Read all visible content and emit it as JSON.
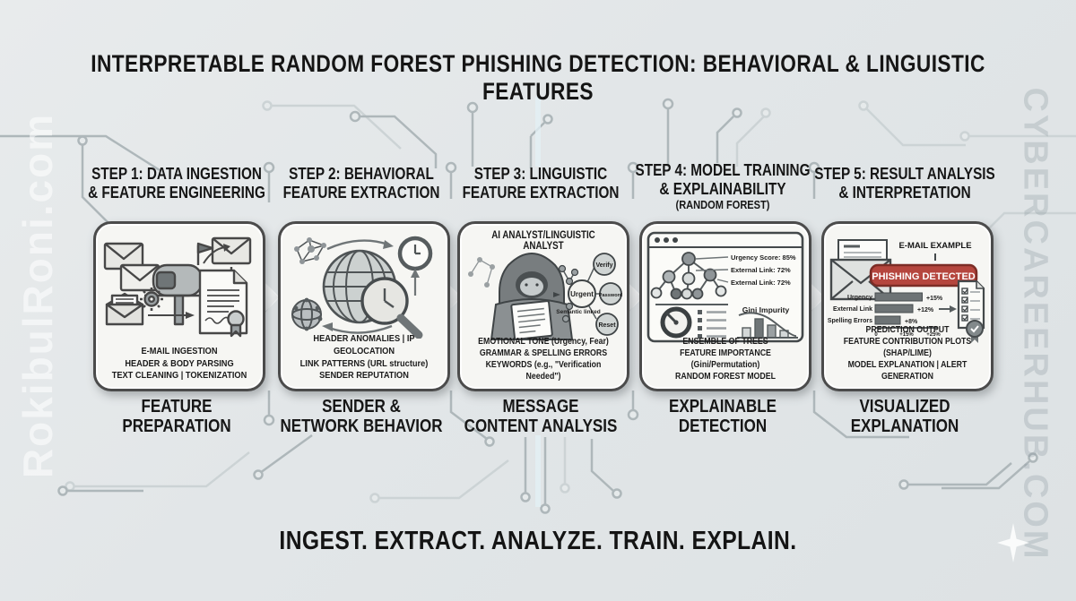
{
  "title": "INTERPRETABLE RANDOM FOREST PHISHING DETECTION: BEHAVIORAL & LINGUISTIC FEATURES",
  "tagline": "INGEST. EXTRACT. ANALYZE. TRAIN. EXPLAIN.",
  "watermark_left": "RokibulRoni.com",
  "watermark_right": "CYBERCAREERHUB.COM",
  "colors": {
    "background": "#e3e7e8",
    "box_background": "#f6f6f3",
    "box_border": "#4b4b4b",
    "text": "#1a1a1a",
    "alert_red": "#b5463e",
    "circuit_line": "#aeb7ba"
  },
  "steps": [
    {
      "header": [
        "STEP 1: DATA INGESTION",
        "& FEATURE ENGINEERING"
      ],
      "caption": [
        "E-MAIL INGESTION",
        "HEADER & BODY PARSING",
        "TEXT CLEANING | TOKENIZATION"
      ],
      "label": [
        "FEATURE",
        "PREPARATION"
      ]
    },
    {
      "header": [
        "STEP 2: BEHAVIORAL",
        "FEATURE EXTRACTION"
      ],
      "caption": [
        "HEADER ANOMALIES | IP GEOLOCATION",
        "LINK PATTERNS (URL structure)",
        "SENDER REPUTATION"
      ],
      "label": [
        "SENDER &",
        "NETWORK BEHAVIOR"
      ]
    },
    {
      "header": [
        "STEP 3: LINGUISTIC",
        "FEATURE EXTRACTION"
      ],
      "box_title": "AI ANALYST/LINGUISTIC ANALYST",
      "keyword_nodes": {
        "center": "Urgent",
        "top": "Verify",
        "middle": "Password",
        "bottom": "Reset"
      },
      "graph_note": "Semantic linked",
      "caption": [
        "EMOTIONAL TONE (Urgency, Fear)",
        "GRAMMAR & SPELLING ERRORS",
        "KEYWORDS (e.g., \"Verification Needed\")"
      ],
      "label": [
        "MESSAGE",
        "CONTENT ANALYSIS"
      ]
    },
    {
      "header": [
        "STEP 4: MODEL TRAINING",
        "& EXPLAINABILITY"
      ],
      "subheader": "(RANDOM FOREST)",
      "tree_labels": [
        "Urgency Score: 85%",
        "External Link: 72%",
        "External Link: 72%"
      ],
      "chart_label": "Gini Impurity",
      "caption": [
        "ENSEMBLE OF TREES",
        "FEATURE IMPORTANCE (Gini/Permutation)",
        "RANDOM FOREST MODEL"
      ],
      "label": [
        "EXPLAINABLE",
        "DETECTION"
      ]
    },
    {
      "header": [
        "STEP 5: RESULT ANALYSIS",
        "& INTERPRETATION"
      ],
      "email_label": "E-MAIL EXAMPLE",
      "alert_badge": "PHISHING DETECTED",
      "contribution_chart": {
        "type": "bar",
        "categories": [
          "Urgency",
          "External Link",
          "Spelling Errors"
        ],
        "values": [
          15,
          12,
          8
        ],
        "value_labels": [
          "+15%",
          "+12%",
          "+8%"
        ],
        "axis_ticks": [
          "0",
          "+15%",
          "+25%"
        ]
      },
      "caption": [
        "PREDICTION OUTPUT",
        "FEATURE CONTRIBUTION PLOTS (SHAP/LIME)",
        "MODEL EXPLANATION | ALERT GENERATION"
      ],
      "label": [
        "VISUALIZED",
        "EXPLANATION"
      ]
    }
  ]
}
